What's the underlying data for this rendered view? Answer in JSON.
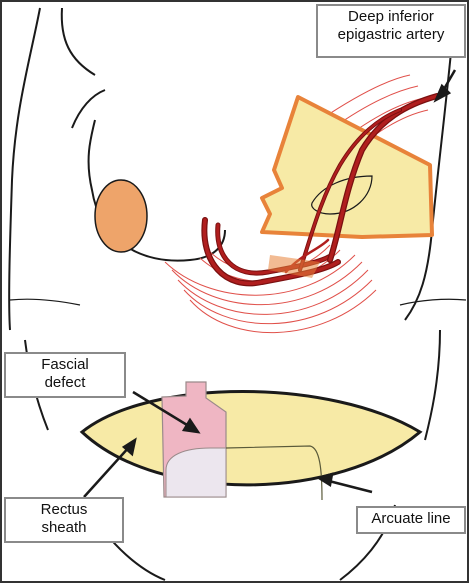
{
  "labels": {
    "deep_inferior_epigastric_artery": "Deep inferior\nepigastric artery",
    "fascial_defect": "Fascial\ndefect",
    "rectus_sheath": "Rectus\nsheath",
    "arcuate_line": "Arcuate line"
  },
  "colors": {
    "skin_fill": "#f7eaa6",
    "flap_border": "#e8833a",
    "areola": "#eea46a",
    "vessel": "#b01e1e",
    "vessel_outline": "#e0504a",
    "fascial_defect_fill": "#efb6c3",
    "defect_mesh_fill": "#ece6ee",
    "outline": "#1a1a1a",
    "label_border": "#8a8a8a"
  }
}
